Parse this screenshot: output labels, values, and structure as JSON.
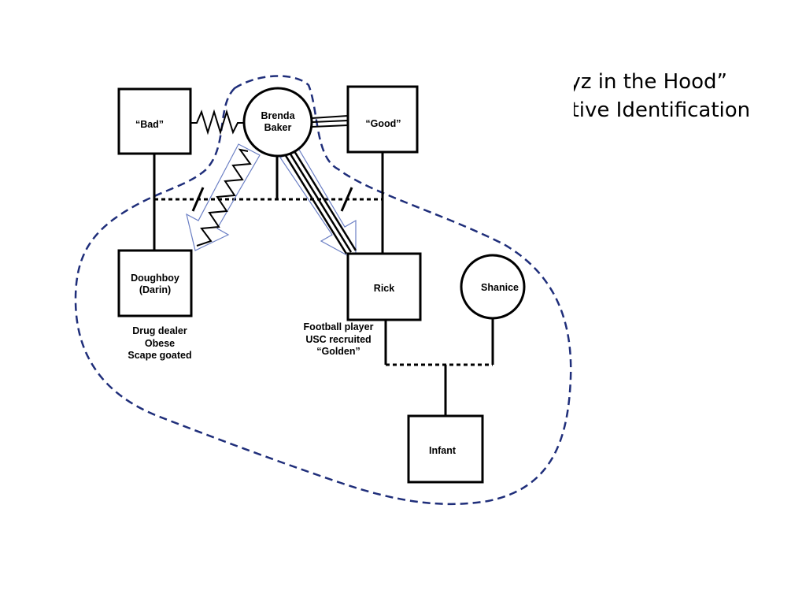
{
  "slide": {
    "title_line1": "“Boyz in the Hood”",
    "title_line2": "Projective Identification"
  },
  "nodes": {
    "bad": "“Bad”",
    "brenda_line1": "Brenda",
    "brenda_line2": "Baker",
    "good": "“Good”",
    "doughboy_line1": "Doughboy",
    "doughboy_line2": "(Darin)",
    "rick": "Rick",
    "shanice": "Shanice",
    "infant": "Infant"
  },
  "notes": {
    "doughboy": [
      "Drug dealer",
      "Obese",
      "Scape goated"
    ],
    "rick": [
      "Football player",
      "USC recruited",
      "“Golden”"
    ]
  },
  "colors": {
    "boundary": "#1f2e7a",
    "projection_arrow": "#6b7fc4",
    "lines": "#000000"
  }
}
